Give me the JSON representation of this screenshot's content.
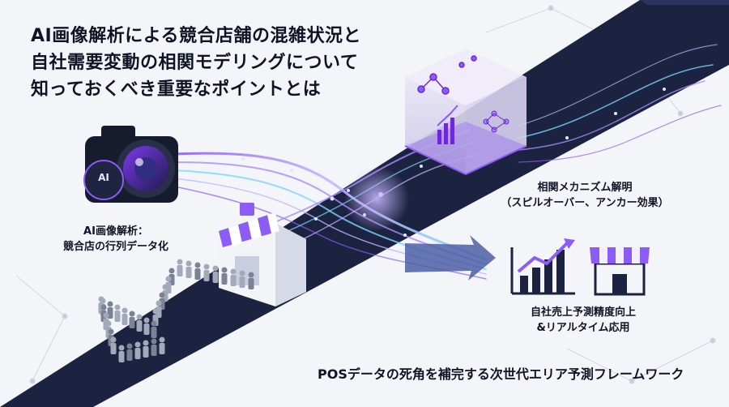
{
  "title": {
    "line1": "AI画像解析による競合店舗の混雑状況と",
    "line2": "自社需要変動の相関モデリングについて",
    "line3": "知っておくべき重要なポイントとは"
  },
  "labels": {
    "camera_line1": "AI画像解析：",
    "camera_line2": "競合店の行列データ化",
    "mechanism_line1": "相関メカニズム解明",
    "mechanism_line2": "（スピルオーバー、アンカー効果）",
    "result_line1": "自社売上予測精度向上",
    "result_line2": "&リアルタイム応用",
    "footer": "POSデータの死角を補完する次世代エリア予測フレームワーク"
  },
  "icons": {
    "camera_badge": "AI",
    "camera": "camera-icon",
    "store": "store-icon",
    "queue": "people-queue-icon",
    "chart": "growth-chart-icon",
    "analysis_cube": "analysis-cube-icon"
  },
  "colors": {
    "band": "#1c2340",
    "accent_purple": "#8b5cf6",
    "accent_light": "#c4b5fd",
    "accent_cyan": "#7dd3fc",
    "text": "#0f1424"
  }
}
